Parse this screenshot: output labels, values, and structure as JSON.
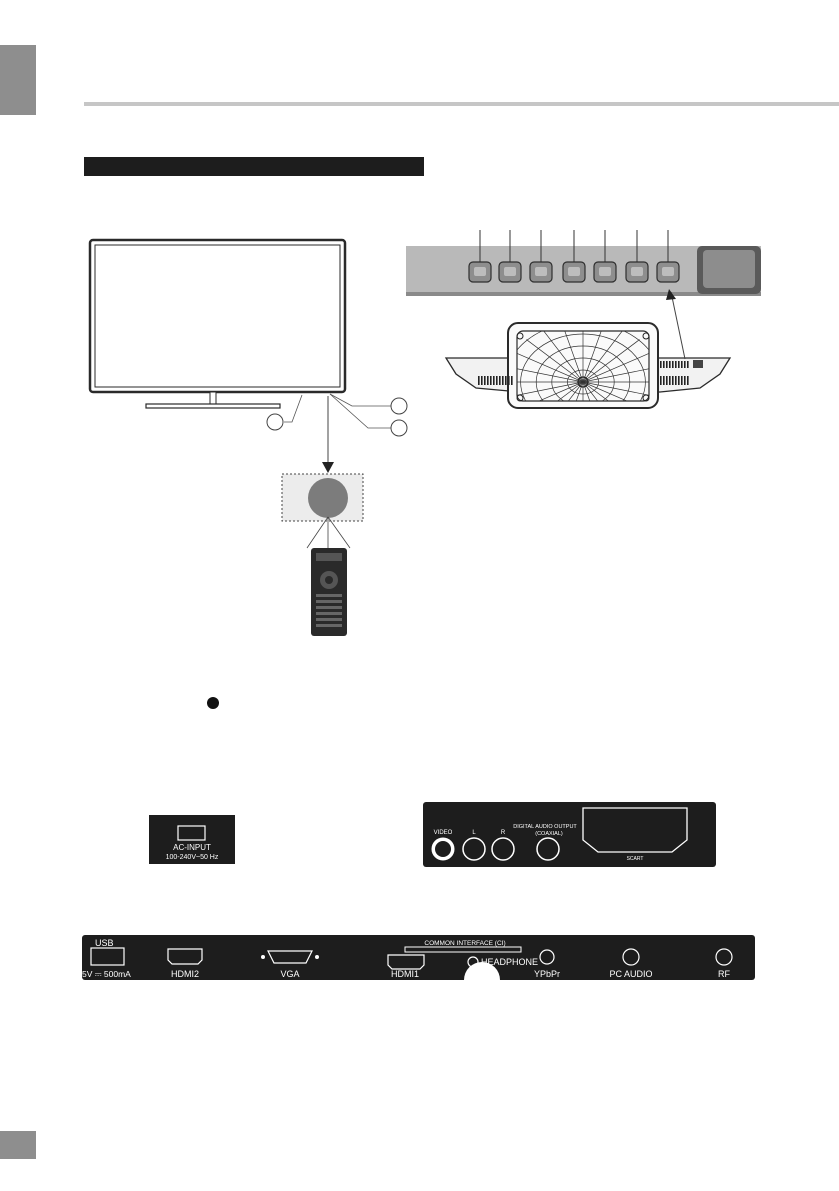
{
  "ac_panel": {
    "label": "AC-INPUT",
    "rating": "100-240V~50 Hz"
  },
  "av_panel": {
    "video": "VIDEO",
    "left": "L",
    "right": "R",
    "digital_audio_output": "DIGITAL AUDIO OUTPUT",
    "coaxial": "(COAXIAL)",
    "scart": "SCART"
  },
  "bottom_panel": {
    "usb": "USB",
    "usb_rating": "5V ⎓ 500mA",
    "hdmi2": "HDMI2",
    "vga": "VGA",
    "common_interface": "COMMON INTERFACE (CI)",
    "hdmi1": "HDMI1",
    "headphone": "HEADPHONE",
    "ypbpr": "YPbPr",
    "pc_audio": "PC AUDIO",
    "rf": "RF"
  },
  "colors": {
    "panel_dark": "#1d1d1d",
    "tab_gray": "#8e8e8e",
    "rule_gray": "#c6c6c6"
  }
}
